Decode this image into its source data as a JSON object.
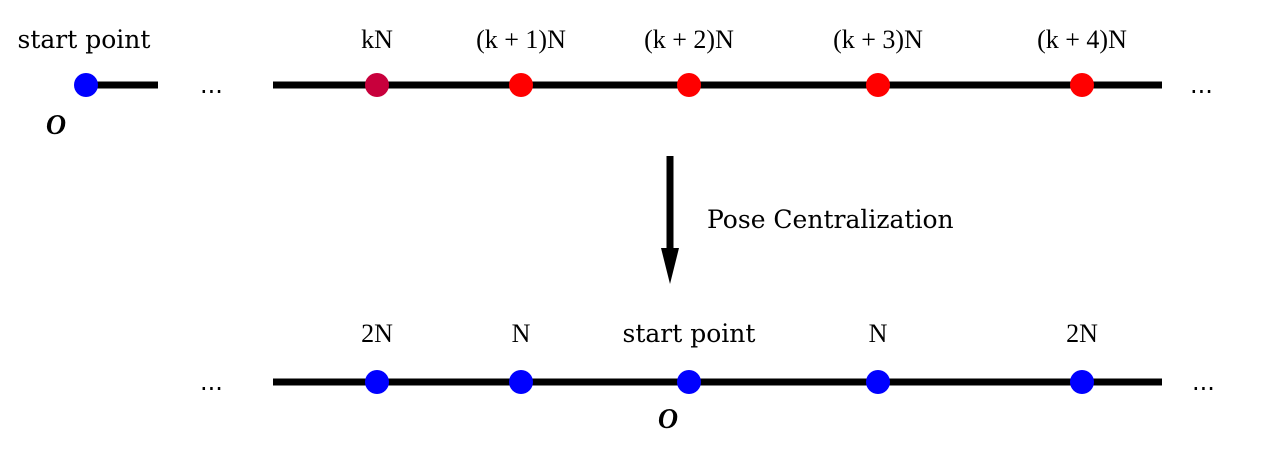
{
  "top": {
    "start_label": "start point",
    "origin_label": "O",
    "ellipsis_mid": "...",
    "ellipsis_end": "...",
    "points": [
      {
        "label": "kN",
        "color": "#c8003c"
      },
      {
        "label": "(k + 1)N",
        "color": "#ff0000"
      },
      {
        "label": "(k + 2)N",
        "color": "#ff0000"
      },
      {
        "label": "(k + 3)N",
        "color": "#ff0000"
      },
      {
        "label": "(k + 4)N",
        "color": "#ff0000"
      }
    ],
    "start_color": "#0000ff"
  },
  "arrow": {
    "label": "Pose Centralization"
  },
  "bottom": {
    "ellipsis_start": "...",
    "ellipsis_end": "...",
    "origin_label": "O",
    "points": [
      {
        "label": "2N",
        "color": "#0000ff"
      },
      {
        "label": "N",
        "color": "#0000ff"
      },
      {
        "label": "start point",
        "color": "#0000ff"
      },
      {
        "label": "N",
        "color": "#0000ff"
      },
      {
        "label": "2N",
        "color": "#0000ff"
      }
    ]
  }
}
